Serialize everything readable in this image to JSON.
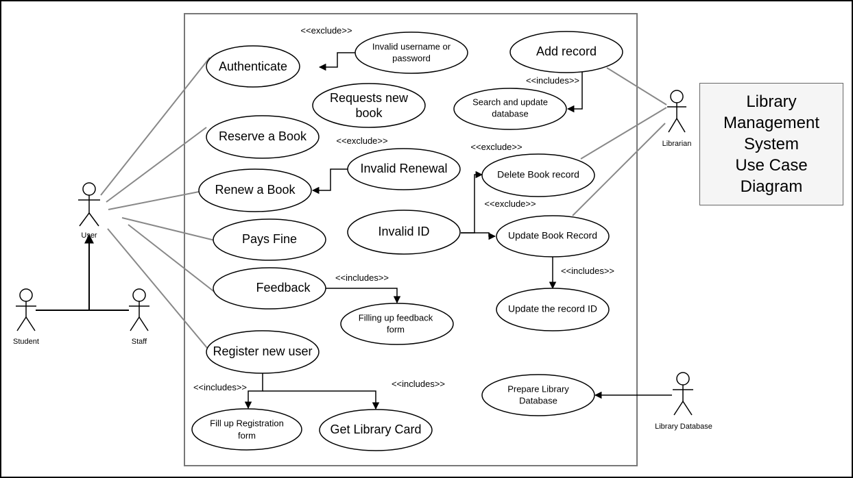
{
  "title": {
    "lines": [
      "Library",
      "Management",
      "System",
      "Use Case",
      "Diagram"
    ]
  },
  "actors": {
    "user": "User",
    "student": "Student",
    "staff": "Staff",
    "librarian": "Librarian",
    "library_database": "Library Database"
  },
  "use_cases": {
    "authenticate": "Authenticate",
    "invalid_username": [
      "Invalid username or",
      "password"
    ],
    "requests_new_book": [
      "Requests new",
      "book"
    ],
    "reserve_book": "Reserve a Book",
    "renew_book": "Renew a Book",
    "invalid_renewal": "Invalid Renewal",
    "pays_fine": "Pays Fine",
    "invalid_id": "Invalid ID",
    "feedback": "Feedback",
    "filling_feedback": [
      "Filling up feedback",
      "form"
    ],
    "register_user": "Register new user",
    "fill_registration": [
      "Fill up Registration",
      "form"
    ],
    "get_library_card": "Get Library Card",
    "add_record": "Add record",
    "search_update_db": [
      "Search and update",
      "database"
    ],
    "delete_book_record": "Delete Book record",
    "update_book_record": "Update Book Record",
    "update_record_id": "Update the record ID",
    "prepare_library_db": [
      "Prepare Library",
      "Database"
    ]
  },
  "stereotypes": {
    "exclude_auth": "<<exclude>>",
    "exclude_renewal": "<<exclude>>",
    "exclude_delete": "<<exclude>>",
    "exclude_update": "<<exclude>>",
    "includes_add_record": "<<includes>>",
    "includes_feedback": "<<includes>>",
    "includes_update": "<<includes>>",
    "includes_registration": "<<includes>>",
    "includes_library_card": "<<includes>>"
  }
}
